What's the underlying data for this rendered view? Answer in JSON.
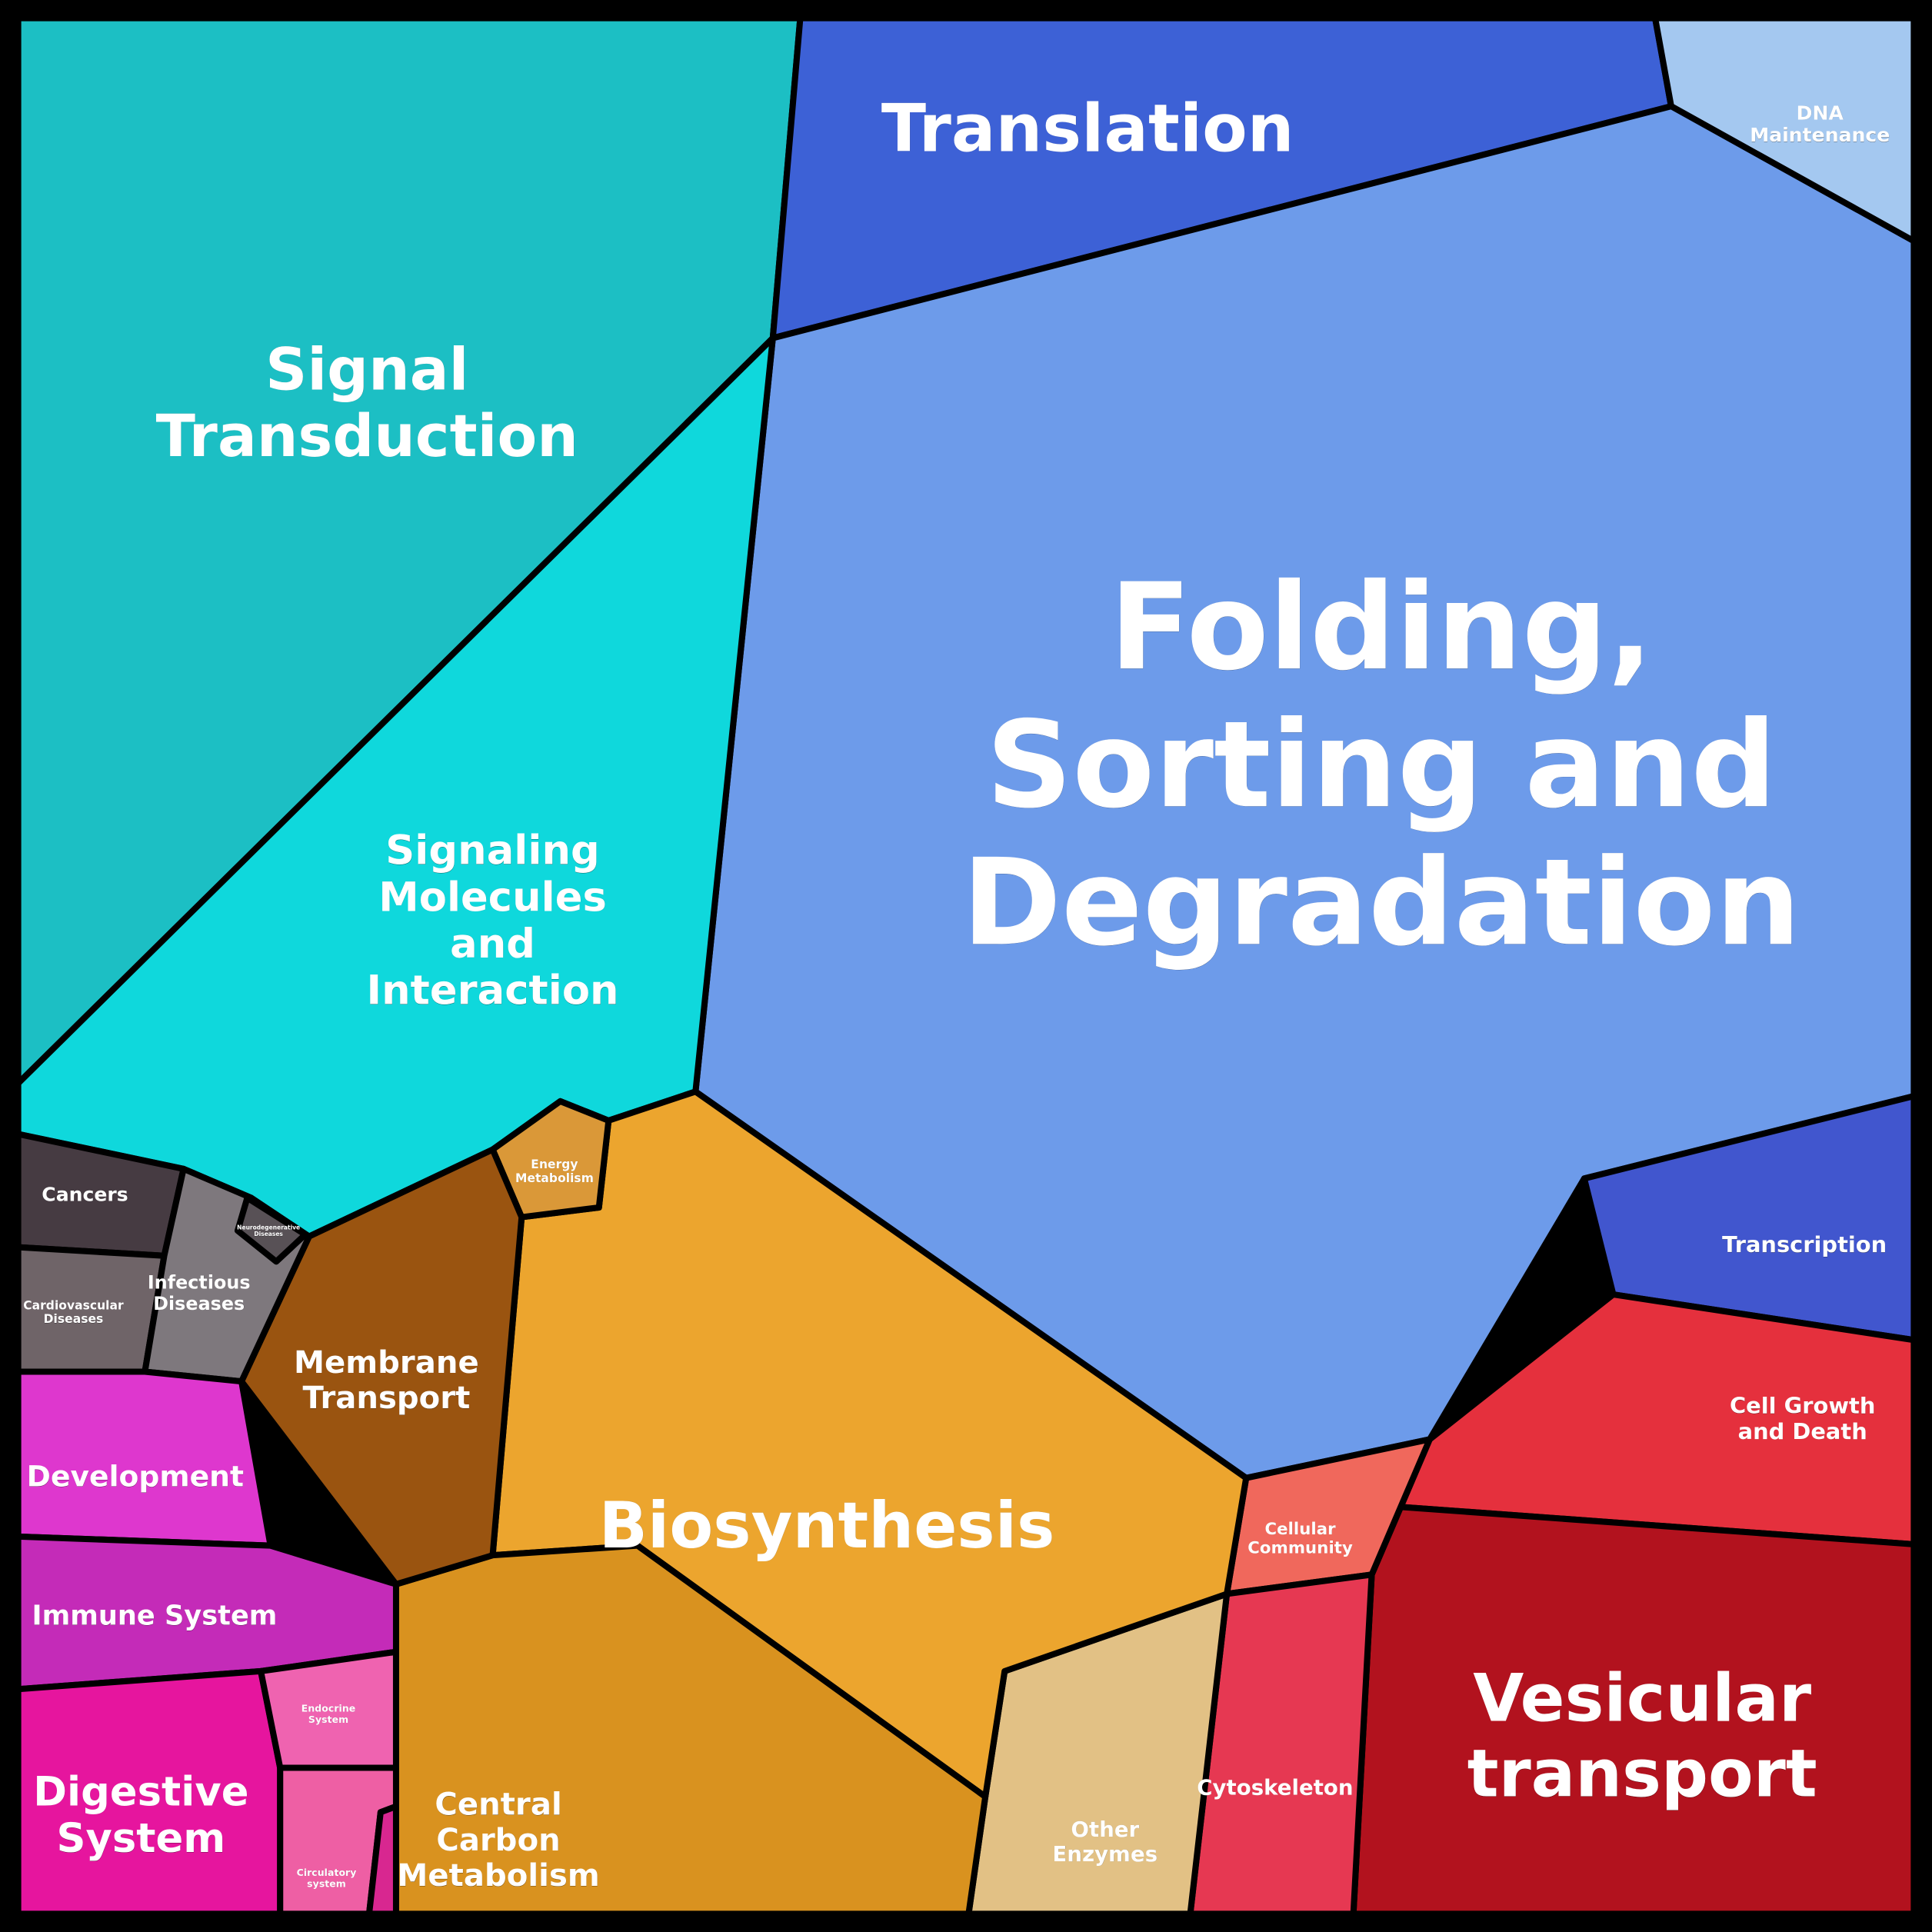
{
  "chart_data": {
    "type": "voronoi-treemap",
    "title": "",
    "background_color": "#000000",
    "border_color": "#000000",
    "text_color": "#ffffff",
    "legend": "none",
    "cells": [
      {
        "id": "signal-transduction",
        "label": "Signal Transduction",
        "lines": [
          "Signal",
          "Transduction"
        ],
        "color": "#1CBFC4",
        "font_size": 3.0,
        "label_pos": [
          19,
          20.8
        ],
        "area_pct_est": 15.0,
        "polygon": [
          [
            0,
            0
          ],
          [
            41.5,
            0
          ],
          [
            40,
            17.5
          ],
          [
            0,
            57
          ]
        ]
      },
      {
        "id": "translation",
        "label": "Translation",
        "lines": [
          "Translation"
        ],
        "color": "#3D61D6",
        "font_size": 3.4,
        "label_pos": [
          56.3,
          6.6
        ],
        "area_pct_est": 5.2,
        "polygon": [
          [
            41.5,
            0
          ],
          [
            85.5,
            0
          ],
          [
            86.5,
            5.5
          ],
          [
            40,
            17.5
          ]
        ]
      },
      {
        "id": "dna-maintenance",
        "label": "DNA Maintenance",
        "lines": [
          "DNA",
          "Maintenance"
        ],
        "color": "#A4C8F0",
        "font_size": 1.0,
        "label_pos": [
          94.2,
          6.4
        ],
        "area_pct_est": 1.3,
        "polygon": [
          [
            85.5,
            0
          ],
          [
            100,
            0
          ],
          [
            100,
            13
          ],
          [
            86.5,
            5.5
          ]
        ]
      },
      {
        "id": "folding-sorting-degradation",
        "label": "Folding, Sorting and Degradation",
        "lines": [
          "Folding,",
          "Sorting and",
          "Degradation"
        ],
        "color": "#6D9BEA",
        "font_size": 6.2,
        "label_pos": [
          71.5,
          39.5
        ],
        "area_pct_est": 24.0,
        "polygon": [
          [
            40,
            17.5
          ],
          [
            86.5,
            5.5
          ],
          [
            100,
            13
          ],
          [
            100,
            56.5
          ],
          [
            82,
            61
          ],
          [
            74,
            74.5
          ],
          [
            64.5,
            76.5
          ],
          [
            36,
            56.5
          ]
        ]
      },
      {
        "id": "signaling-molecules-interaction",
        "label": "Signaling Molecules and Interaction",
        "lines": [
          "Signaling",
          "Molecules",
          "and",
          "Interaction"
        ],
        "color": "#0FD8DC",
        "font_size": 2.1,
        "label_pos": [
          25.5,
          47.6
        ],
        "area_pct_est": 8.0,
        "polygon": [
          [
            0,
            57
          ],
          [
            40,
            17.5
          ],
          [
            36,
            56.5
          ],
          [
            31.5,
            58
          ],
          [
            29,
            57
          ],
          [
            25.5,
            59.5
          ],
          [
            16,
            64
          ],
          [
            13,
            62
          ],
          [
            9.5,
            60.5
          ],
          [
            0,
            58.5
          ]
        ]
      },
      {
        "id": "transcription",
        "label": "Transcription",
        "lines": [
          "Transcription"
        ],
        "color": "#4156CE",
        "font_size": 1.15,
        "label_pos": [
          93.4,
          64.4
        ],
        "area_pct_est": 1.5,
        "polygon": [
          [
            82,
            61
          ],
          [
            100,
            56.5
          ],
          [
            100,
            69.5
          ],
          [
            83.5,
            67
          ]
        ]
      },
      {
        "id": "cell-growth-and-death",
        "label": "Cell Growth and Death",
        "lines": [
          "Cell Growth",
          "and Death"
        ],
        "color": "#E5303D",
        "font_size": 1.15,
        "label_pos": [
          93.3,
          73.4
        ],
        "area_pct_est": 2.8,
        "polygon": [
          [
            74,
            74.5
          ],
          [
            83.5,
            67
          ],
          [
            100,
            69.5
          ],
          [
            100,
            80
          ],
          [
            72.5,
            78
          ]
        ]
      },
      {
        "id": "vesicular-transport",
        "label": "Vesicular transport",
        "lines": [
          "Vesicular",
          "transport"
        ],
        "color": "#B2121E",
        "font_size": 3.4,
        "label_pos": [
          85,
          89.8
        ],
        "area_pct_est": 5.5,
        "polygon": [
          [
            72.5,
            78
          ],
          [
            100,
            80
          ],
          [
            100,
            100
          ],
          [
            70,
            100
          ],
          [
            71,
            81.5
          ]
        ]
      },
      {
        "id": "cellular-community",
        "label": "Cellular Community",
        "lines": [
          "Cellular",
          "Community"
        ],
        "color": "#F0685C",
        "font_size": 0.85,
        "label_pos": [
          67.3,
          79.6
        ],
        "area_pct_est": 0.7,
        "polygon": [
          [
            64.5,
            76.5
          ],
          [
            74,
            74.5
          ],
          [
            72.5,
            78
          ],
          [
            71,
            81.5
          ],
          [
            63.5,
            82.5
          ]
        ]
      },
      {
        "id": "cytoskeleton",
        "label": "Cytoskeleton",
        "lines": [
          "Cytoskeleton"
        ],
        "color": "#E63852",
        "font_size": 1.1,
        "label_pos": [
          66,
          92.5
        ],
        "area_pct_est": 1.5,
        "polygon": [
          [
            63.5,
            82.5
          ],
          [
            71,
            81.5
          ],
          [
            70,
            100
          ],
          [
            61.5,
            100
          ]
        ]
      },
      {
        "id": "other-enzymes",
        "label": "Other Enzymes",
        "lines": [
          "Other",
          "Enzymes"
        ],
        "color": "#E2C185",
        "font_size": 1.1,
        "label_pos": [
          57.2,
          95.3
        ],
        "area_pct_est": 1.6,
        "polygon": [
          [
            51,
            93
          ],
          [
            52,
            86.5
          ],
          [
            63.5,
            82.5
          ],
          [
            61.5,
            100
          ],
          [
            50,
            100
          ]
        ]
      },
      {
        "id": "biosynthesis",
        "label": "Biosynthesis",
        "lines": [
          "Biosynthesis"
        ],
        "color": "#ECA52E",
        "font_size": 3.3,
        "label_pos": [
          42.8,
          78.9
        ],
        "area_pct_est": 13.0,
        "polygon": [
          [
            31.5,
            58
          ],
          [
            36,
            56.5
          ],
          [
            64.5,
            76.5
          ],
          [
            63.5,
            82.5
          ],
          [
            52,
            86.5
          ],
          [
            51,
            93
          ],
          [
            33,
            80
          ],
          [
            25.5,
            80.5
          ],
          [
            27,
            63
          ],
          [
            31,
            62.5
          ]
        ]
      },
      {
        "id": "central-carbon-metabolism",
        "label": "Central Carbon Metabolism",
        "lines": [
          "Central",
          "Carbon",
          "Metabolism"
        ],
        "color": "#D9921F",
        "font_size": 1.6,
        "label_pos": [
          25.8,
          95.2
        ],
        "area_pct_est": 4.7,
        "polygon": [
          [
            20.5,
            82
          ],
          [
            25.5,
            80.5
          ],
          [
            33,
            80
          ],
          [
            51,
            93
          ],
          [
            50,
            100
          ],
          [
            20.5,
            100
          ]
        ]
      },
      {
        "id": "energy-metabolism",
        "label": "Energy Metabolism",
        "lines": [
          "Energy",
          "Metabolism"
        ],
        "color": "#DA9838",
        "font_size": 0.62,
        "label_pos": [
          28.7,
          60.6
        ],
        "area_pct_est": 0.3,
        "polygon": [
          [
            25.5,
            59.5
          ],
          [
            29,
            57
          ],
          [
            31.5,
            58
          ],
          [
            31,
            62.5
          ],
          [
            27,
            63
          ]
        ]
      },
      {
        "id": "membrane-transport",
        "label": "Membrane Transport",
        "lines": [
          "Membrane",
          "Transport"
        ],
        "color": "#9A5410",
        "font_size": 1.6,
        "label_pos": [
          20,
          71.4
        ],
        "area_pct_est": 2.5,
        "polygon": [
          [
            16,
            64
          ],
          [
            25.5,
            59.5
          ],
          [
            27,
            63
          ],
          [
            25.5,
            80.5
          ],
          [
            20.5,
            82
          ],
          [
            12.5,
            71.5
          ]
        ]
      },
      {
        "id": "cancers",
        "label": "Cancers",
        "lines": [
          "Cancers"
        ],
        "color": "#463B42",
        "font_size": 1.0,
        "label_pos": [
          4.4,
          61.8
        ],
        "area_pct_est": 0.55,
        "polygon": [
          [
            0,
            58.5
          ],
          [
            9.5,
            60.5
          ],
          [
            8.5,
            65
          ],
          [
            0,
            64.5
          ]
        ]
      },
      {
        "id": "cardiovascular-diseases",
        "label": "Cardiovascular Diseases",
        "lines": [
          "Cardiovascular",
          "Diseases"
        ],
        "color": "#6F6468",
        "font_size": 0.62,
        "label_pos": [
          3.8,
          67.9
        ],
        "area_pct_est": 0.5,
        "polygon": [
          [
            0,
            64.5
          ],
          [
            8.5,
            65
          ],
          [
            7.5,
            71
          ],
          [
            0,
            71
          ]
        ]
      },
      {
        "id": "infectious-diseases",
        "label": "Infectious Diseases",
        "lines": [
          "Infectious",
          "Diseases"
        ],
        "color": "#7E787D",
        "font_size": 0.95,
        "label_pos": [
          10.3,
          66.9
        ],
        "area_pct_est": 0.6,
        "polygon": [
          [
            9.5,
            60.5
          ],
          [
            13,
            62
          ],
          [
            16,
            64
          ],
          [
            12.5,
            71.5
          ],
          [
            7.5,
            71
          ],
          [
            8.5,
            65
          ]
        ]
      },
      {
        "id": "neurodegenerative-diseases",
        "label": "Neurodegenerative Diseases",
        "lines": [
          "Neurodegenerative",
          "Diseases"
        ],
        "color": "#585156",
        "font_size": 0.3,
        "label_pos": [
          13.9,
          63.7
        ],
        "area_pct_est": 0.07,
        "polygon": [
          [
            12.8,
            62
          ],
          [
            15.8,
            63.9
          ],
          [
            14.3,
            65.3
          ],
          [
            12.3,
            63.7
          ]
        ]
      },
      {
        "id": "development",
        "label": "Development",
        "lines": [
          "Development"
        ],
        "color": "#DE37CE",
        "font_size": 1.5,
        "label_pos": [
          7,
          76.4
        ],
        "area_pct_est": 1.1,
        "polygon": [
          [
            0,
            71
          ],
          [
            7.5,
            71
          ],
          [
            12.5,
            71.5
          ],
          [
            14,
            80
          ],
          [
            0,
            79.5
          ]
        ]
      },
      {
        "id": "immune-system",
        "label": "Immune System",
        "lines": [
          "Immune System"
        ],
        "color": "#C42BB8",
        "font_size": 1.4,
        "label_pos": [
          8,
          83.6
        ],
        "area_pct_est": 1.3,
        "polygon": [
          [
            0,
            79.5
          ],
          [
            14,
            80
          ],
          [
            20.5,
            82
          ],
          [
            20.5,
            85.5
          ],
          [
            13.5,
            86.5
          ],
          [
            0,
            87.5
          ]
        ]
      },
      {
        "id": "digestive-system",
        "label": "Digestive System",
        "lines": [
          "Digestive",
          "System"
        ],
        "color": "#E6159E",
        "font_size": 2.1,
        "label_pos": [
          7.3,
          93.9
        ],
        "area_pct_est": 1.8,
        "polygon": [
          [
            0,
            87.5
          ],
          [
            13.5,
            86.5
          ],
          [
            14.5,
            91.5
          ],
          [
            14.5,
            100
          ],
          [
            0,
            100
          ]
        ]
      },
      {
        "id": "endocrine-system",
        "label": "Endocrine System",
        "lines": [
          "Endocrine",
          "System"
        ],
        "color": "#EF63B0",
        "font_size": 0.5,
        "label_pos": [
          17,
          88.7
        ],
        "area_pct_est": 0.37,
        "polygon": [
          [
            13.5,
            86.5
          ],
          [
            20.5,
            85.5
          ],
          [
            20.5,
            91.5
          ],
          [
            14.5,
            91.5
          ]
        ]
      },
      {
        "id": "circulatory-system",
        "label": "Circulatory system",
        "lines": [
          "Circulatory",
          "system"
        ],
        "color": "#EE5FA4",
        "font_size": 0.5,
        "label_pos": [
          16.9,
          97.2
        ],
        "area_pct_est": 0.43,
        "polygon": [
          [
            14.5,
            91.5
          ],
          [
            20.5,
            91.5
          ],
          [
            20.5,
            93.5
          ],
          [
            19.7,
            93.8
          ],
          [
            19,
            100
          ],
          [
            14.5,
            100
          ]
        ]
      },
      {
        "id": "small-unlabeled-cell",
        "label": "",
        "lines": [],
        "color": "#D82790",
        "font_size": 0.3,
        "label_pos": [
          19.9,
          97
        ],
        "area_pct_est": 0.08,
        "polygon": [
          [
            19.7,
            93.8
          ],
          [
            20.5,
            93.5
          ],
          [
            20.5,
            100
          ],
          [
            19,
            100
          ]
        ]
      }
    ]
  }
}
